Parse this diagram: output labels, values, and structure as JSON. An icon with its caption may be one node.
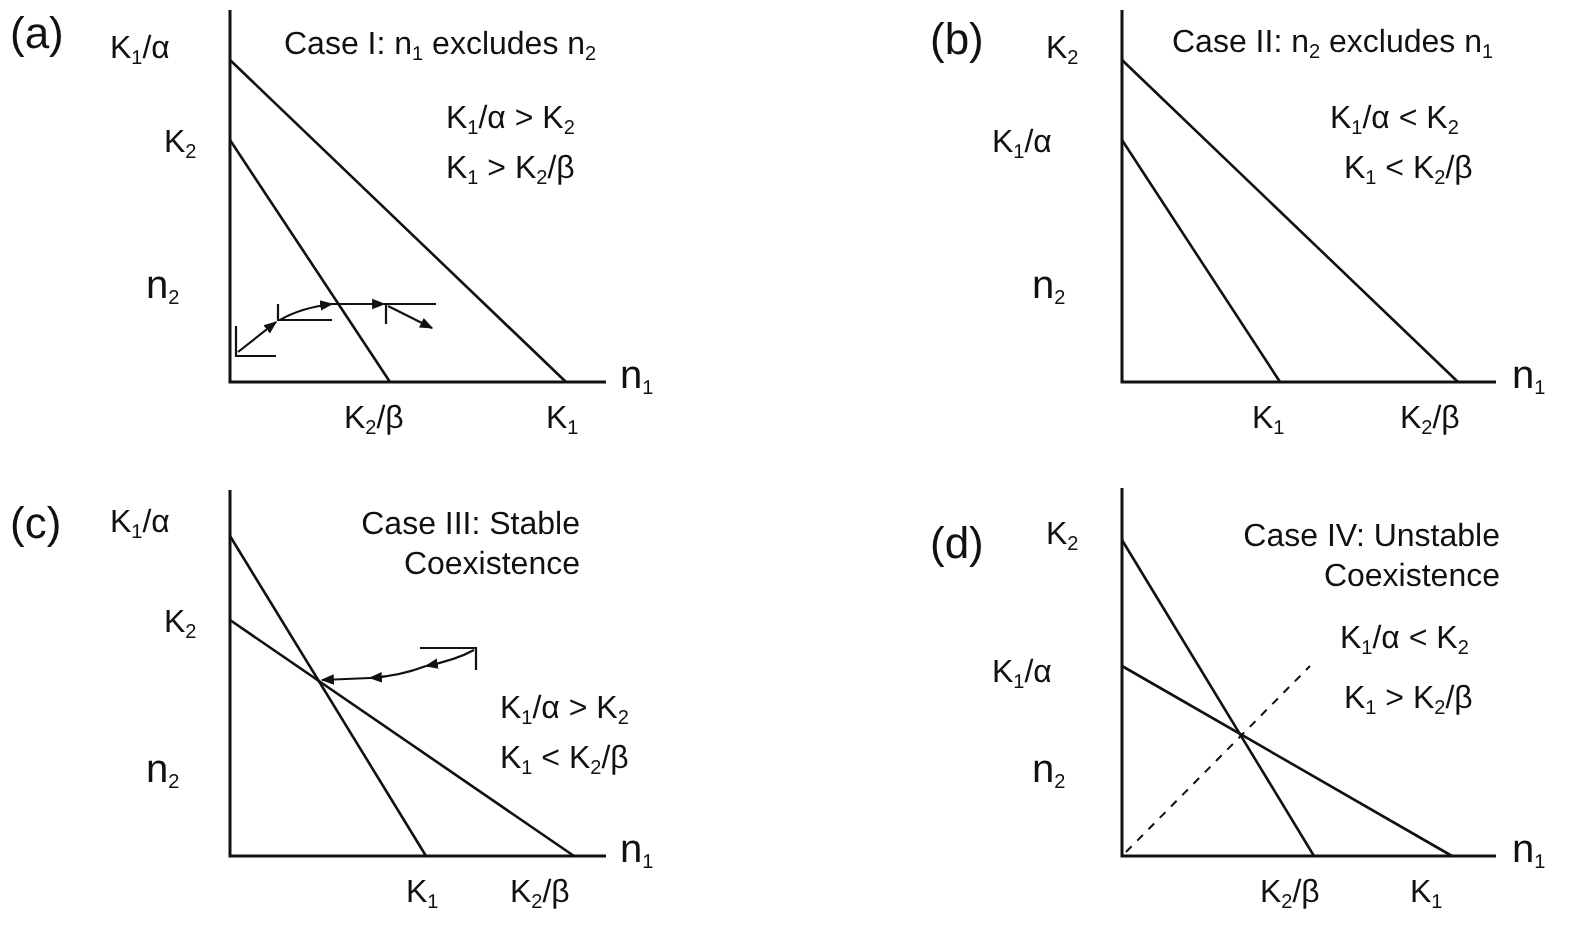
{
  "diagram": {
    "labels": [
      "(a)",
      "K$_{1}$/α",
      "Case I: n$_{1}$ excludes n$_{2}$",
      "K$_{1}$/α > K$_{2}$",
      "K$_{1}$ > K$_{2}$/β",
      "K$_{2}$",
      "n$_{2}$",
      "n$_{1}$",
      "K$_{2}$/β",
      "K$_{1}$",
      "(b)",
      "K$_{2}$",
      "Case II: n$_{2}$ excludes n$_{1}$",
      "K$_{1}$/α < K$_{2}$",
      "K$_{1}$ < K$_{2}$/β",
      "K$_{1}$/α",
      "n$_{2}$",
      "n$_{1}$",
      "K$_{1}$",
      "K$_{2}$/β",
      "(c)",
      "K$_{1}$/α",
      "Case III: Stable Coexistence",
      "K$_{2}$",
      "K$_{1}$/α > K$_{2}$",
      "K$_{1}$ < K$_{2}$/β",
      "n$_{2}$",
      "n$_{1}$",
      "K$_{1}$",
      "K$_{2}$/β",
      "(d)",
      "K$_{2}$",
      "Case IV: Unstable Coexistence",
      "K$_{1}$/α < K$_{2}$",
      "K$_{1}$/α",
      "K$_{1}$ > K$_{2}$/β",
      "n$_{2}$",
      "n$_{1}$",
      "K$_{2}$/β",
      "K$_{1}$"
    ]
  }
}
